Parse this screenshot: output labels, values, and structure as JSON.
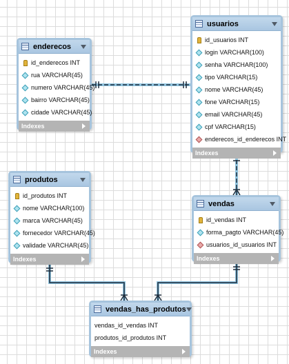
{
  "tables": {
    "enderecos": {
      "name": "enderecos",
      "columns": [
        {
          "label": "id_enderecos INT",
          "kind": "primary-key"
        },
        {
          "label": "rua VARCHAR(45)",
          "kind": "column"
        },
        {
          "label": "numero VARCHAR(45)",
          "kind": "column"
        },
        {
          "label": "bairro VARCHAR(45)",
          "kind": "column"
        },
        {
          "label": "cidade VARCHAR(45)",
          "kind": "column"
        }
      ],
      "footer": "Indexes"
    },
    "usuarios": {
      "name": "usuarios",
      "columns": [
        {
          "label": "id_usuarios INT",
          "kind": "primary-key"
        },
        {
          "label": "login VARCHAR(100)",
          "kind": "column"
        },
        {
          "label": "senha VARCHAR(100)",
          "kind": "column"
        },
        {
          "label": "tipo VARCHAR(15)",
          "kind": "column"
        },
        {
          "label": "nome VARCHAR(45)",
          "kind": "column"
        },
        {
          "label": "fone VARCHAR(15)",
          "kind": "column"
        },
        {
          "label": "email VARCHAR(45)",
          "kind": "column"
        },
        {
          "label": "cpf VARCHAR(15)",
          "kind": "column"
        },
        {
          "label": "enderecos_id_enderecos INT",
          "kind": "foreign-key"
        }
      ],
      "footer": "Indexes"
    },
    "produtos": {
      "name": "produtos",
      "columns": [
        {
          "label": "id_produtos INT",
          "kind": "primary-key"
        },
        {
          "label": "nome VARCHAR(100)",
          "kind": "column"
        },
        {
          "label": "marca VARCHAR(45)",
          "kind": "column"
        },
        {
          "label": "fornecedor VARCHAR(45)",
          "kind": "column"
        },
        {
          "label": "validade VARCHAR(45)",
          "kind": "column"
        }
      ],
      "footer": "Indexes"
    },
    "vendas": {
      "name": "vendas",
      "columns": [
        {
          "label": "id_vendas INT",
          "kind": "primary-key"
        },
        {
          "label": "forma_pagto VARCHAR(45)",
          "kind": "column"
        },
        {
          "label": "usuarios_id_usuarios INT",
          "kind": "foreign-key"
        }
      ],
      "footer": "Indexes"
    },
    "vendas_has_produtos": {
      "name": "vendas_has_produtos",
      "columns": [
        {
          "label": "vendas_id_vendas INT",
          "kind": "plain"
        },
        {
          "label": "produtos_id_produtos INT",
          "kind": "plain"
        }
      ],
      "footer": "Indexes"
    }
  },
  "relationships": [
    {
      "from": "enderecos",
      "to": "usuarios",
      "style": "dashed",
      "cardinality": "one-to-one"
    },
    {
      "from": "usuarios",
      "to": "vendas",
      "style": "dashed",
      "cardinality": "one-to-many"
    },
    {
      "from": "produtos",
      "to": "vendas_has_produtos",
      "style": "solid",
      "cardinality": "one-to-many"
    },
    {
      "from": "vendas",
      "to": "vendas_has_produtos",
      "style": "solid",
      "cardinality": "one-to-many"
    }
  ],
  "colors": {
    "header": "#a9c6e1",
    "border": "#a6c4dd",
    "footer": "#b4b4b4",
    "line": "#1c2b3a",
    "line_halo": "#8fc3de"
  }
}
